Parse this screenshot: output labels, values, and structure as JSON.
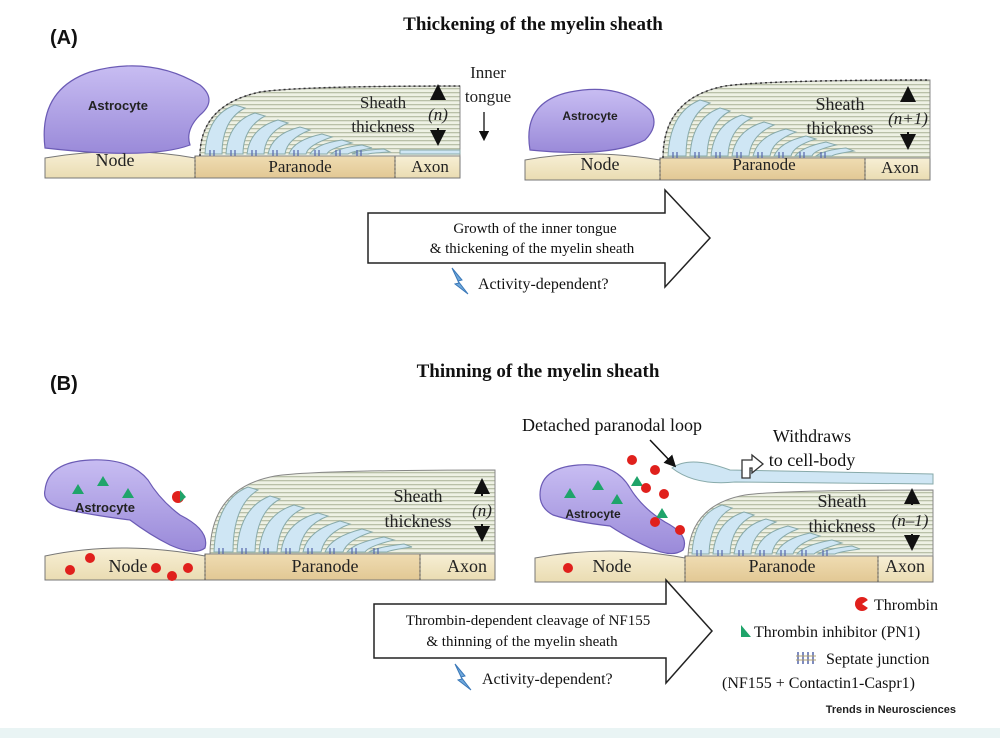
{
  "panel_a": {
    "label": "(A)",
    "title": "Thickening of the myelin sheath",
    "left": {
      "astrocyte": "Astrocyte",
      "node": "Node",
      "paranode": "Paranode",
      "axon": "Axon",
      "sheath_line1": "Sheath",
      "sheath_line2": "thickness",
      "sheath_n": "(n)",
      "inner_tongue_line1": "Inner",
      "inner_tongue_line2": "tongue"
    },
    "right": {
      "astrocyte": "Astrocyte",
      "node": "Node",
      "paranode": "Paranode",
      "axon": "Axon",
      "sheath_line1": "Sheath",
      "sheath_line2": "thickness",
      "sheath_n": "(n+1)"
    },
    "arrow_line1": "Growth of the inner tongue",
    "arrow_line2": "& thickening of the myelin sheath",
    "activity": "Activity-dependent?"
  },
  "panel_b": {
    "label": "(B)",
    "title": "Thinning of the myelin sheath",
    "left": {
      "astrocyte": "Astrocyte",
      "node": "Node",
      "paranode": "Paranode",
      "axon": "Axon",
      "sheath_line1": "Sheath",
      "sheath_line2": "thickness",
      "sheath_n": "(n)"
    },
    "right": {
      "astrocyte": "Astrocyte",
      "node": "Node",
      "paranode": "Paranode",
      "axon": "Axon",
      "sheath_line1": "Sheath",
      "sheath_line2": "thickness",
      "sheath_n": "(n–1)",
      "detached": "Detached paranodal loop",
      "withdraws_line1": "Withdraws",
      "withdraws_line2": "to cell-body"
    },
    "arrow_line1": "Thrombin-dependent cleavage of NF155",
    "arrow_line2": "& thinning of the myelin sheath",
    "activity": "Activity-dependent?"
  },
  "legend": {
    "thrombin": "Thrombin",
    "inhibitor": "Thrombin inhibitor (PN1)",
    "septate": "Septate junction",
    "septate_detail": "(NF155 + Contactin1-Caspr1)"
  },
  "journal": "Trends in Neurosciences",
  "colors": {
    "astrocyte": "#a99be6",
    "myelin": "#cfe6f4",
    "axon": "#f2e8c8",
    "thrombin": "#e0201c",
    "inhibitor": "#1fa46a",
    "bolt": "#5b9bd5"
  }
}
